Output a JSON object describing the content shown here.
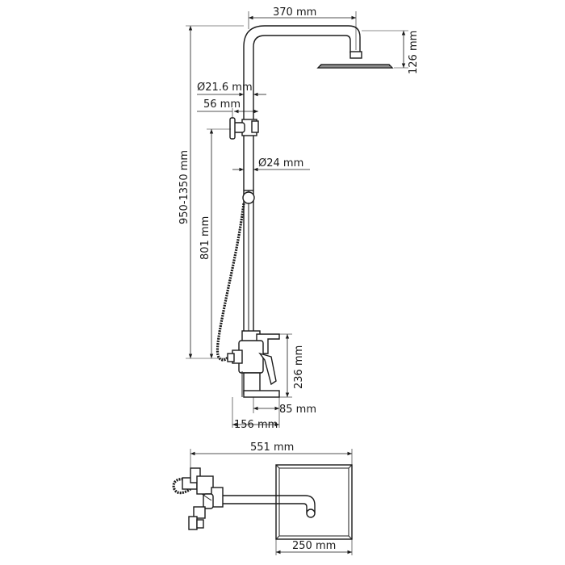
{
  "dimensions": {
    "head_arm_length": "370 mm",
    "head_height": "126 mm",
    "rail_outer_diameter": "Ø21.6 mm",
    "holder_offset": "56 mm",
    "rail_inner_diameter": "Ø24 mm",
    "total_height": "950-1350 mm",
    "hose_height": "801 mm",
    "mixer_height": "236 mm",
    "spout_length": "85 mm",
    "mixer_depth": "156 mm",
    "total_width": "551 mm",
    "head_width": "250 mm"
  }
}
